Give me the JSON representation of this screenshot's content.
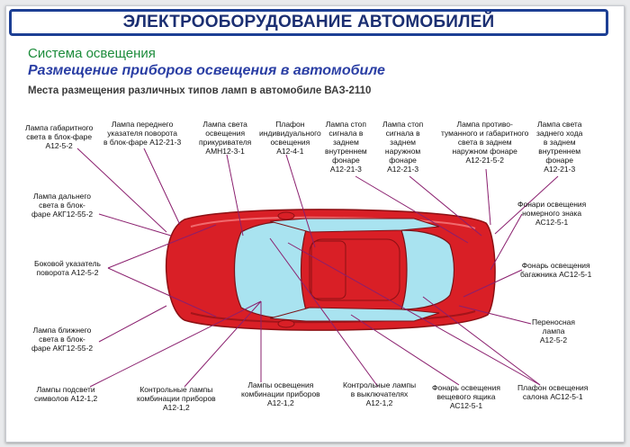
{
  "header": {
    "title": "ЭЛЕКТРООБОРУДОВАНИЕ АВТОМОБИЛЕЙ"
  },
  "section": {
    "system": "Система освещения",
    "subtitle": "Размещение приборов освещения в автомобиле",
    "caption": "Места размещения различных типов ламп в автомобиле ВАЗ-2110"
  },
  "labels": {
    "parking_lamp": "Лампа габаритного\nсвета в блок-фаре\nА12-5-2",
    "front_indicator": "Лампа переднего\nуказателя поворота\nв блок-фаре А12-21-3",
    "lighter_lamp": "Лампа света\nосвещения\nприкуривателя\nАМН12-3-1",
    "personal_light": "Плафон\nиндивидуального\nосвещения\nА12-4-1",
    "stop_inner": "Лампа стоп\nсигнала в\nзаднем\nвнутреннем\nфонаре\nА12-21-3",
    "stop_outer": "Лампа стоп\nсигнала в\nзаднем\nнаружном\nфонаре\nА12-21-3",
    "fog_rear": "Лампа противо-\nтуманного и габаритного\nсвета в заднем\nнаружном фонаре\nА12-21-5-2",
    "reverse_lamp": "Лампа света\nзаднего хода\nв заднем\nвнутреннем\nфонаре\nА12-21-3",
    "high_beam": "Лампа дальнего\nсвета в блок-\nфаре АКГ12-55-2",
    "side_indicator": "Боковой указатель\nповорота А12-5-2",
    "plate_light": "Фонари освещения\nномерного знака\nАС12-5-1",
    "trunk_light": "Фонарь освещения\nбагажника АС12-5-1",
    "portable_lamp": "Переносная\nлампа\nА12-5-2",
    "low_beam": "Лампа ближнего\nсвета в блок-\nфаре АКГ12-55-2",
    "symbol_light": "Лампы подсвети\nсимволов А12-1,2",
    "cluster_lamps": "Контрольные лампы\nкомбинации приборов\nА12-1,2",
    "cluster_light": "Лампы освещения\nкомбинации приборов\nА12-1,2",
    "switch_lamps": "Контрольные лампы\nв выключателях\nА12-1,2",
    "glovebox_light": "Фонарь освещения\nвещевого ящика\nАС12-5-1",
    "cabin_light": "Плафон освещения\nсалона АС12-5-1"
  },
  "colors": {
    "car_body": "#d91f26",
    "glass": "#a9e3f0",
    "frame": "#1d3f94",
    "title_green": "#1c8c3b",
    "subtitle_blue": "#2a3ea4",
    "leader_line": "#8a1f6e"
  }
}
